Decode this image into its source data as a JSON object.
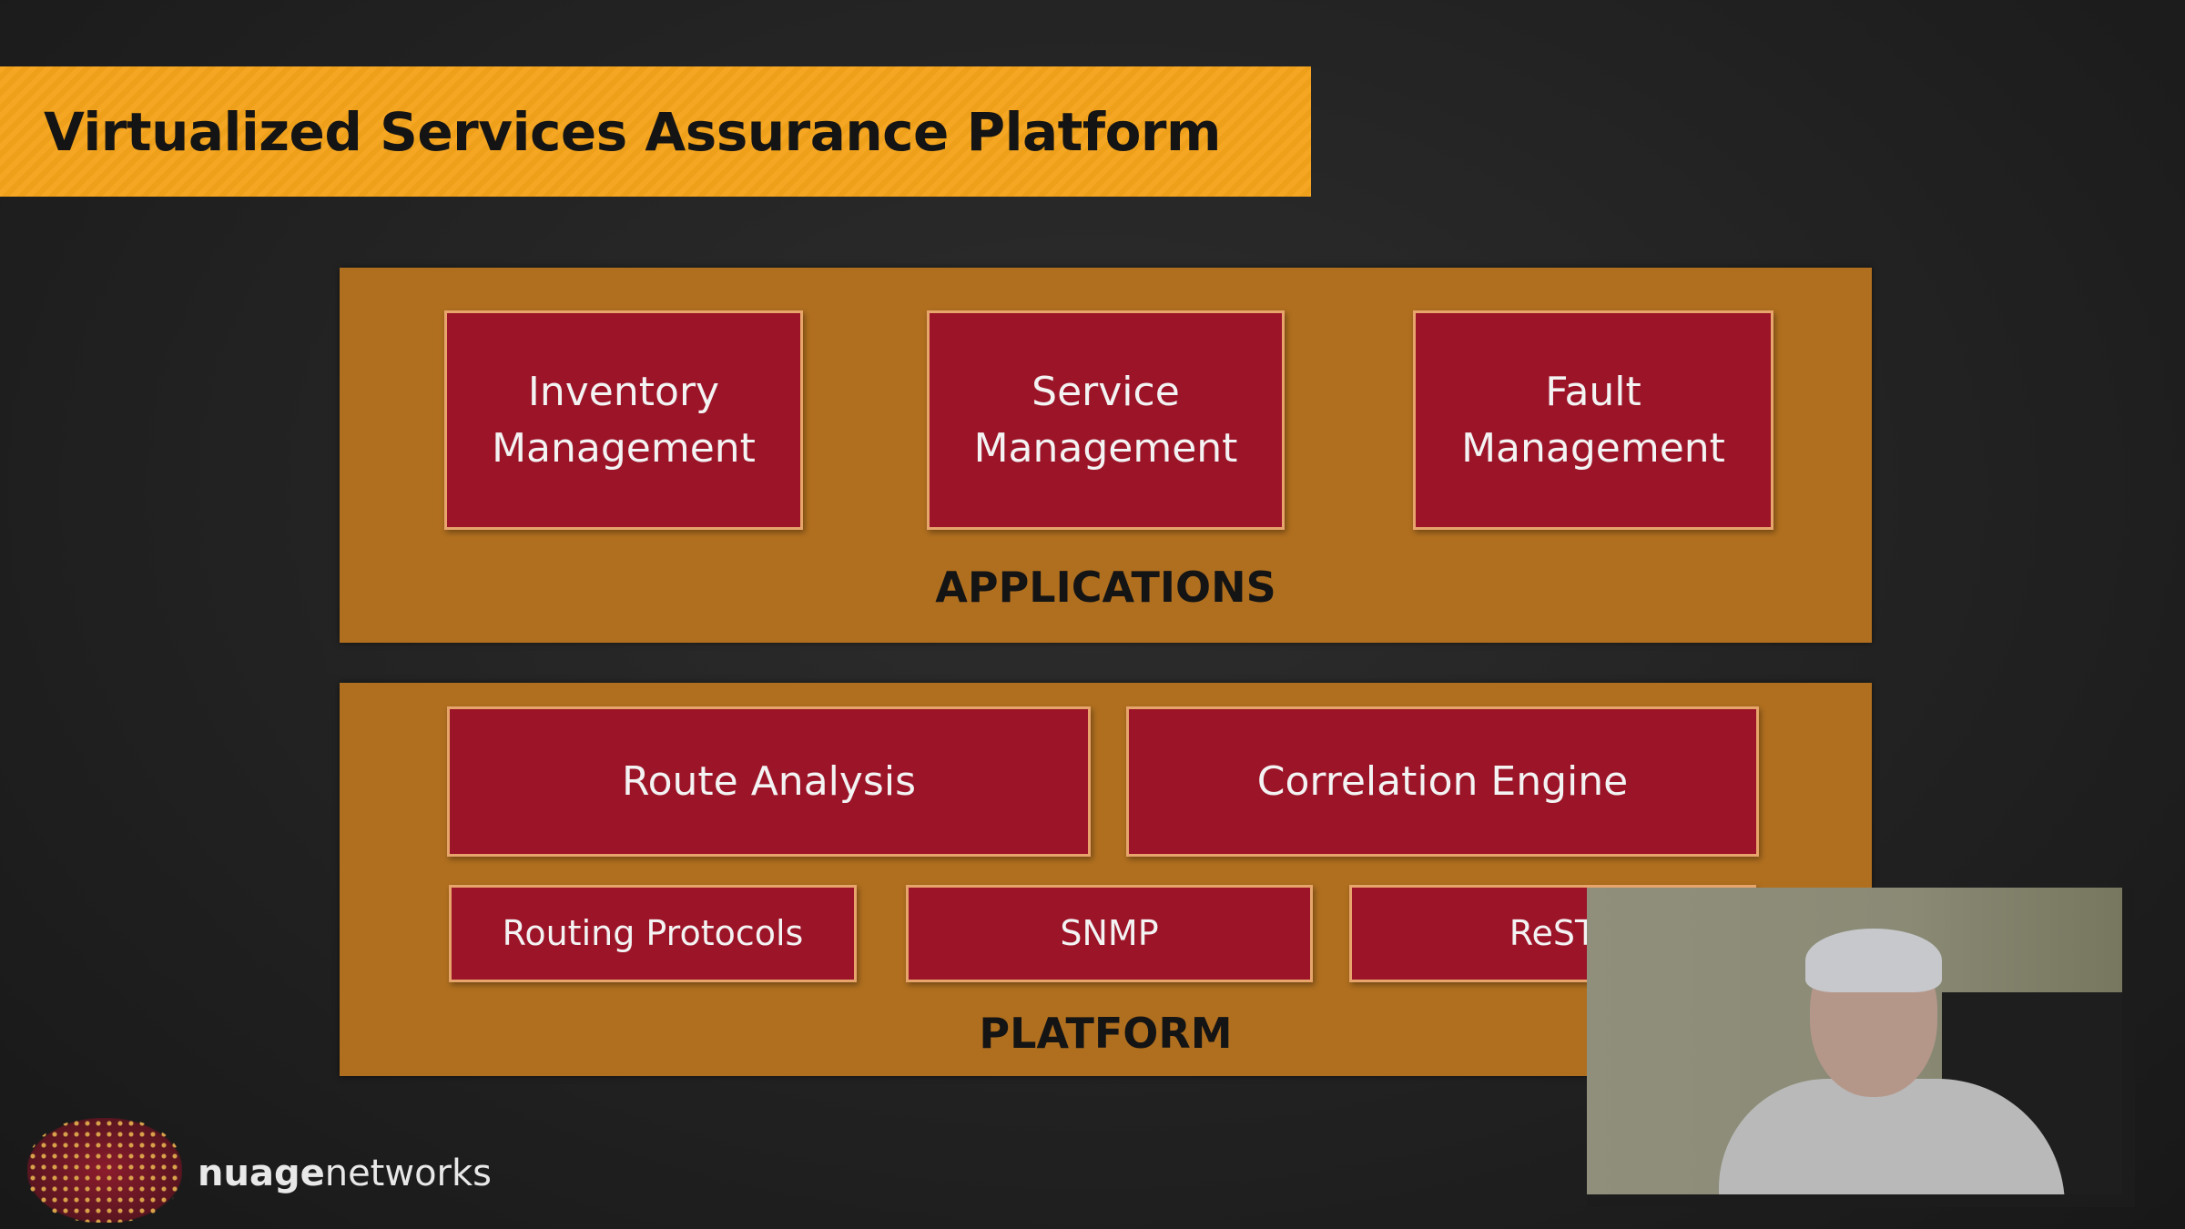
{
  "slide": {
    "title": "Virtualized Services Assurance Platform",
    "applications": {
      "label": "APPLICATIONS",
      "items": [
        {
          "line1": "Inventory",
          "line2": "Management"
        },
        {
          "line1": "Service",
          "line2": "Management"
        },
        {
          "line1": "Fault",
          "line2": "Management"
        }
      ]
    },
    "platform": {
      "label": "PLATFORM",
      "engines": [
        "Route Analysis",
        "Correlation Engine"
      ],
      "interfaces": [
        "Routing Protocols",
        "SNMP",
        "ReST"
      ]
    }
  },
  "logo": {
    "bold": "nuage",
    "light": "networks"
  },
  "colors": {
    "title_bar": "#f5a623",
    "panel": "#b06f1f",
    "box": "#9c1428"
  }
}
